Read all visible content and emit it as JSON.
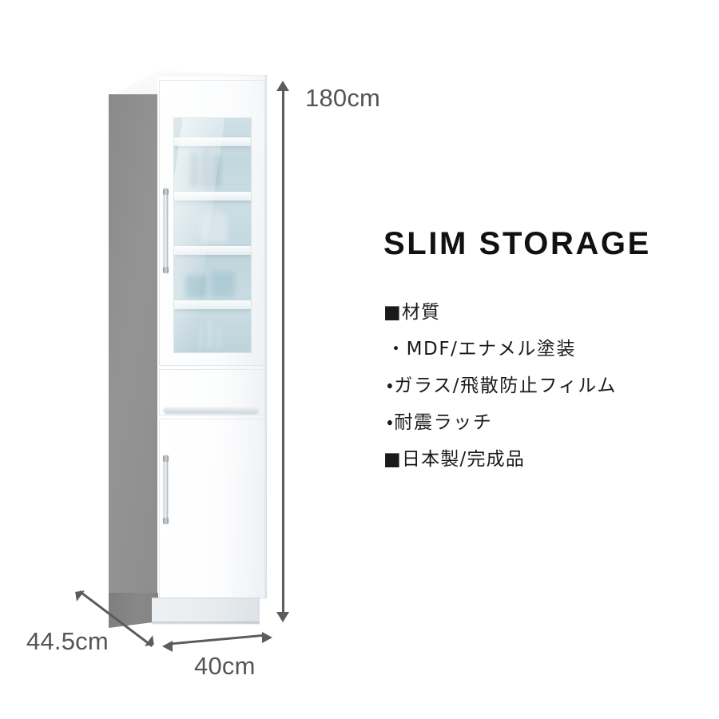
{
  "product": {
    "title": "SLIM STORAGE"
  },
  "dimensions": {
    "height": {
      "label": "180cm",
      "value": 180,
      "unit": "cm",
      "axis": "height"
    },
    "width": {
      "label": "40cm",
      "value": 40,
      "unit": "cm",
      "axis": "width"
    },
    "depth": {
      "label": "44.5cm",
      "value": 44.5,
      "unit": "cm",
      "axis": "depth"
    }
  },
  "specs": [
    {
      "marker": "■",
      "text": "材質",
      "type": "heading"
    },
    {
      "marker": "・",
      "text": "MDF/エナメル塗装",
      "type": "bullet"
    },
    {
      "marker": "・",
      "text": "ガラス/飛散防止フィルム",
      "type": "bullet"
    },
    {
      "marker": "・",
      "text": "耐震ラッチ",
      "type": "bullet"
    },
    {
      "marker": "■",
      "text": "日本製/完成品",
      "type": "heading"
    }
  ],
  "spec_lines": {
    "l0": "■材質",
    "l1": "・MDF/エナメル塗装",
    "l2": "・ガラス/飛散防止フィルム",
    "l3": "・耐震ラッチ",
    "l4": "■日本製/完成品"
  },
  "colors": {
    "background": "#ffffff",
    "dimension_text": "#555555",
    "dimension_arrow": "#5c5c5c",
    "title_text": "#111111",
    "spec_text": "#1a1a1a",
    "cabinet_front": "#ffffff",
    "cabinet_side": "#8e8e8e",
    "glass_tint": "#c6d9e1",
    "handle_chrome": "#cdd4d9"
  },
  "cabinet": {
    "sections": [
      {
        "name": "upper-glass-door",
        "handle": "vertical-chrome-bar",
        "shelves": 4
      },
      {
        "name": "middle-drawer",
        "handle": "horizontal-recessed-pull"
      },
      {
        "name": "lower-door",
        "handle": "vertical-chrome-bar"
      },
      {
        "name": "base-plinth",
        "handle": "none"
      }
    ]
  }
}
